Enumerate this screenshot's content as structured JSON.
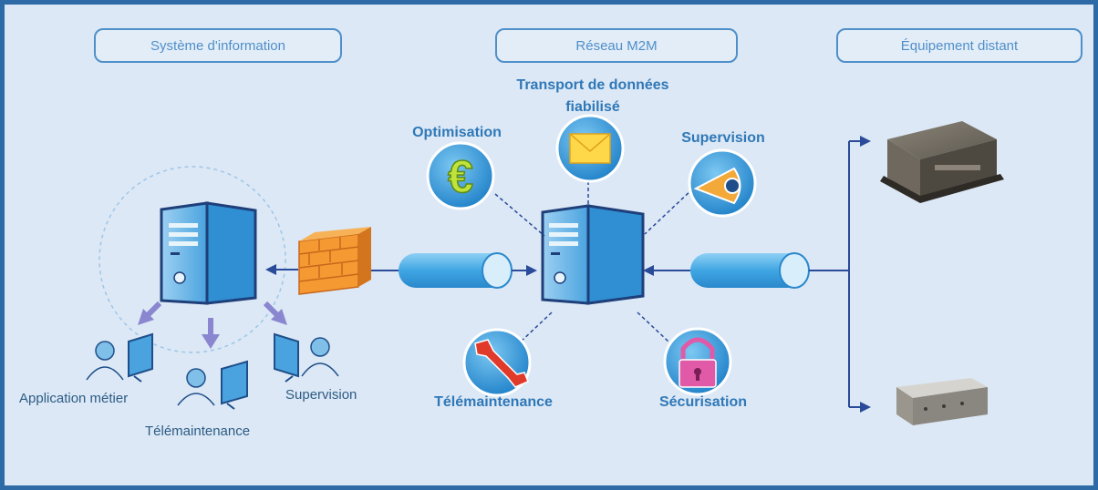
{
  "headers": {
    "left": "Système d'information",
    "center": "Réseau M2M",
    "right": "Équipement distant"
  },
  "services": {
    "transport_line1": "Transport de données",
    "transport_line2": "fiabilisé",
    "optimisation": "Optimisation",
    "supervision": "Supervision",
    "telemaintenance": "Télémaintenance",
    "securisation": "Sécurisation"
  },
  "users": {
    "application": "Application métier",
    "telemaintenance": "Télémaintenance",
    "supervision": "Supervision"
  },
  "icons": [
    "server-icon",
    "firewall-icon",
    "tunnel-icon",
    "euro-icon",
    "envelope-icon",
    "eye-icon",
    "wrench-icon",
    "padlock-icon",
    "user-workstation-icon",
    "device-box-icon"
  ],
  "colors": {
    "frame": "#2e6aa6",
    "background": "#dce8f5",
    "accent": "#2f78b8",
    "connector": "#2a4a9a"
  }
}
